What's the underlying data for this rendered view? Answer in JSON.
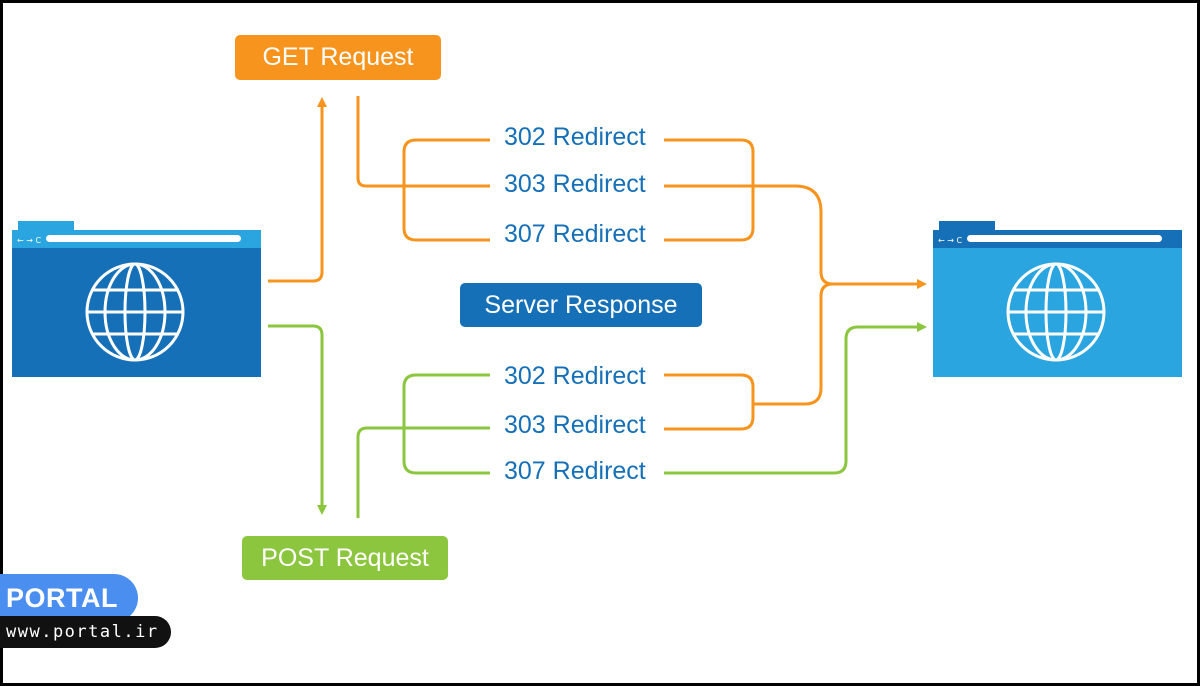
{
  "requests": {
    "get_label": "GET Request",
    "post_label": "POST Request"
  },
  "server_response_label": "Server Response",
  "get_redirects": [
    "302 Redirect",
    "303 Redirect",
    "307 Redirect"
  ],
  "post_redirects": [
    "302 Redirect",
    "303 Redirect",
    "307 Redirect"
  ],
  "browser": {
    "nav_glyph": "← → C"
  },
  "watermark": {
    "brand": "PORTAL",
    "url": "www.portal.ir"
  },
  "colors": {
    "get": "#f7941d",
    "post": "#8cc63f",
    "server": "#1670b8",
    "redirect_text": "#1670b8",
    "browser_left": "#1670b8",
    "browser_left_tab": "#2aa5e0",
    "browser_right": "#2aa5e0",
    "browser_right_tab": "#1670b8"
  }
}
